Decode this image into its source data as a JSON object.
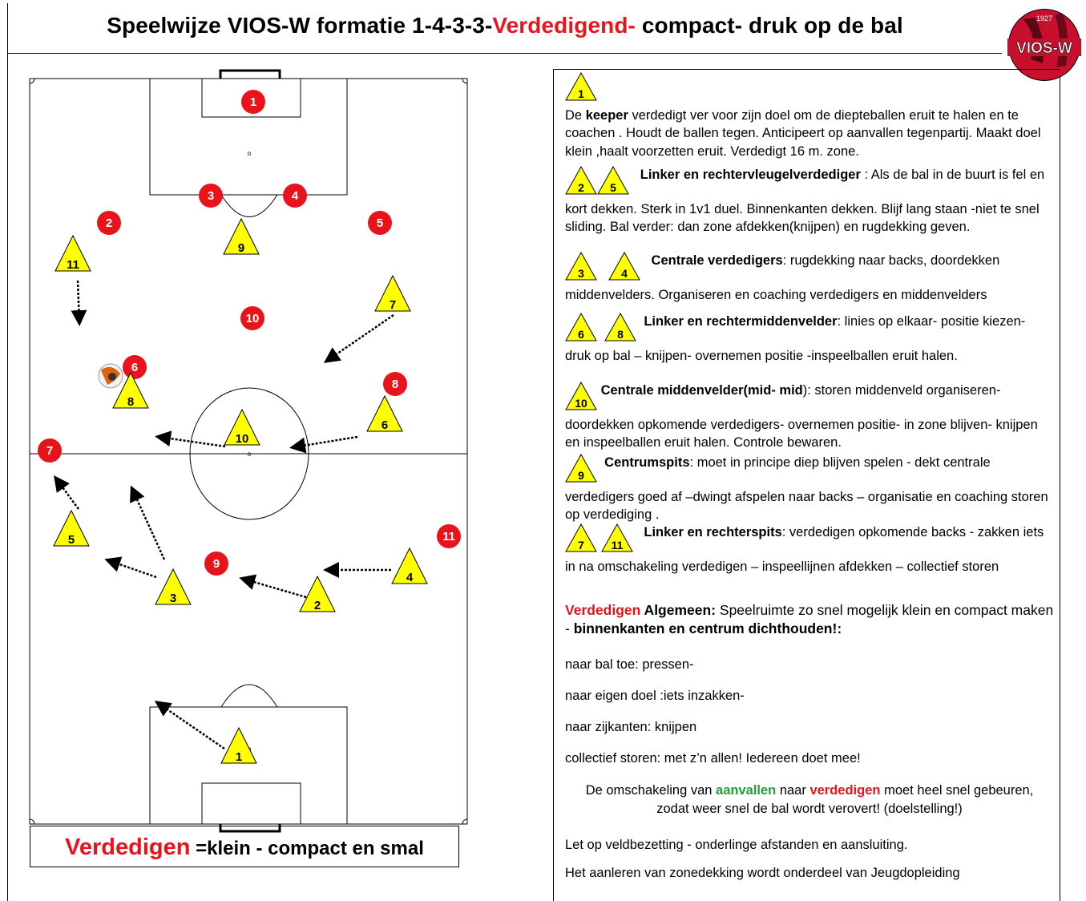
{
  "title": {
    "part1": "Speelwijze VIOS-W formatie 1-4-3-3-",
    "part2": "Verdedigend-",
    "part3": " compact- druk op de bal"
  },
  "logo": {
    "text": "VIOS-W",
    "year": "1927"
  },
  "colors": {
    "red": "#e8141c",
    "yellow": "#ffff00",
    "green": "#1f9e3a"
  },
  "field": {
    "red_players": [
      "1",
      "3",
      "4",
      "2",
      "5",
      "10",
      "6",
      "8",
      "7",
      "11",
      "9"
    ],
    "yellow_players": [
      "11",
      "9",
      "7",
      "8",
      "6",
      "10",
      "5",
      "3",
      "4",
      "2",
      "1"
    ]
  },
  "caption": {
    "red": "Verdedigen",
    "rest1": " =klein",
    "rest2": " - compact en smal"
  },
  "text": {
    "p1_tri": "1",
    "p1_a": "De ",
    "p1_b": "keeper",
    "p1_c": " verdedigt ver voor zijn doel om de diepteballen eruit te halen en te coachen .  Houdt de ballen tegen. Anticipeert op aanvallen tegenpartij. Maakt doel klein ,haalt voorzetten eruit. Verdedigt 16 m. zone.",
    "p2_tri": [
      "2",
      "5"
    ],
    "p2_b": "Linker en rechtervleugelverdediger",
    "p2_c": " : Als de bal in de buurt is fel en kort dekken. Sterk in 1v1 duel. Binnenkanten dekken. Blijf lang staan -niet te snel sliding. Bal verder: dan zone afdekken(knijpen) en rugdekking geven.",
    "p3_tri": [
      "3",
      "4"
    ],
    "p3_b": "Centrale verdedigers",
    "p3_c": ": rugdekking naar backs, doordekken middenvelders. Organiseren en coaching verdedigers en middenvelders",
    "p4_tri": [
      "6",
      "8"
    ],
    "p4_b": "Linker en rechtermiddenvelder",
    "p4_c": ": linies op elkaar- positie kiezen- druk op bal – knijpen- overnemen positie -inspeelballen eruit halen.",
    "p5_tri": "10",
    "p5_b": "Centrale middenvelder(mid- mid",
    "p5_c": "):  storen middenveld organiseren- doordekken opkomende verdedigers- overnemen positie- in zone blijven- knijpen en inspeelballen eruit halen. Controle bewaren.",
    "p6_tri": "9",
    "p6_b": "Centrumspits",
    "p6_c": ": moet in principe diep blijven spelen -  dekt centrale verdedigers goed af –dwingt afspelen naar backs – organisatie en coaching storen op verdediging .",
    "p7_tri": [
      "7",
      "11"
    ],
    "p7_b": "Linker en rechterspits",
    "p7_c": ":  verdedigen opkomende backs - zakken iets in na omschakeling verdedigen – inspeellijnen afdekken – collectief storen",
    "alg_red": "Verdedigen",
    "alg_bold": " Algemeen:",
    "alg_c": " Speelruimte zo snel mogelijk klein en compact maken  - ",
    "alg_b2": "binnenkanten en centrum dichthouden!:",
    "l1": "naar bal toe: pressen-",
    "l2": "naar eigen doel :iets inzakken-",
    "l3": "naar zijkanten:  knijpen",
    "l4": "collectief storen: met z’n allen!  Iedereen doet mee!",
    "om_a": "De omschakeling van ",
    "om_green": "aanvallen",
    "om_b": " naar ",
    "om_red": "verdedigen",
    "om_c": " moet heel snel gebeuren, zodat weer snel de bal wordt verovert! (doelstelling!)",
    "l5": "Let op veldbezetting  - onderlinge afstanden en aansluiting.",
    "l6": "Het aanleren van zonedekking wordt onderdeel van Jeugdopleiding"
  }
}
